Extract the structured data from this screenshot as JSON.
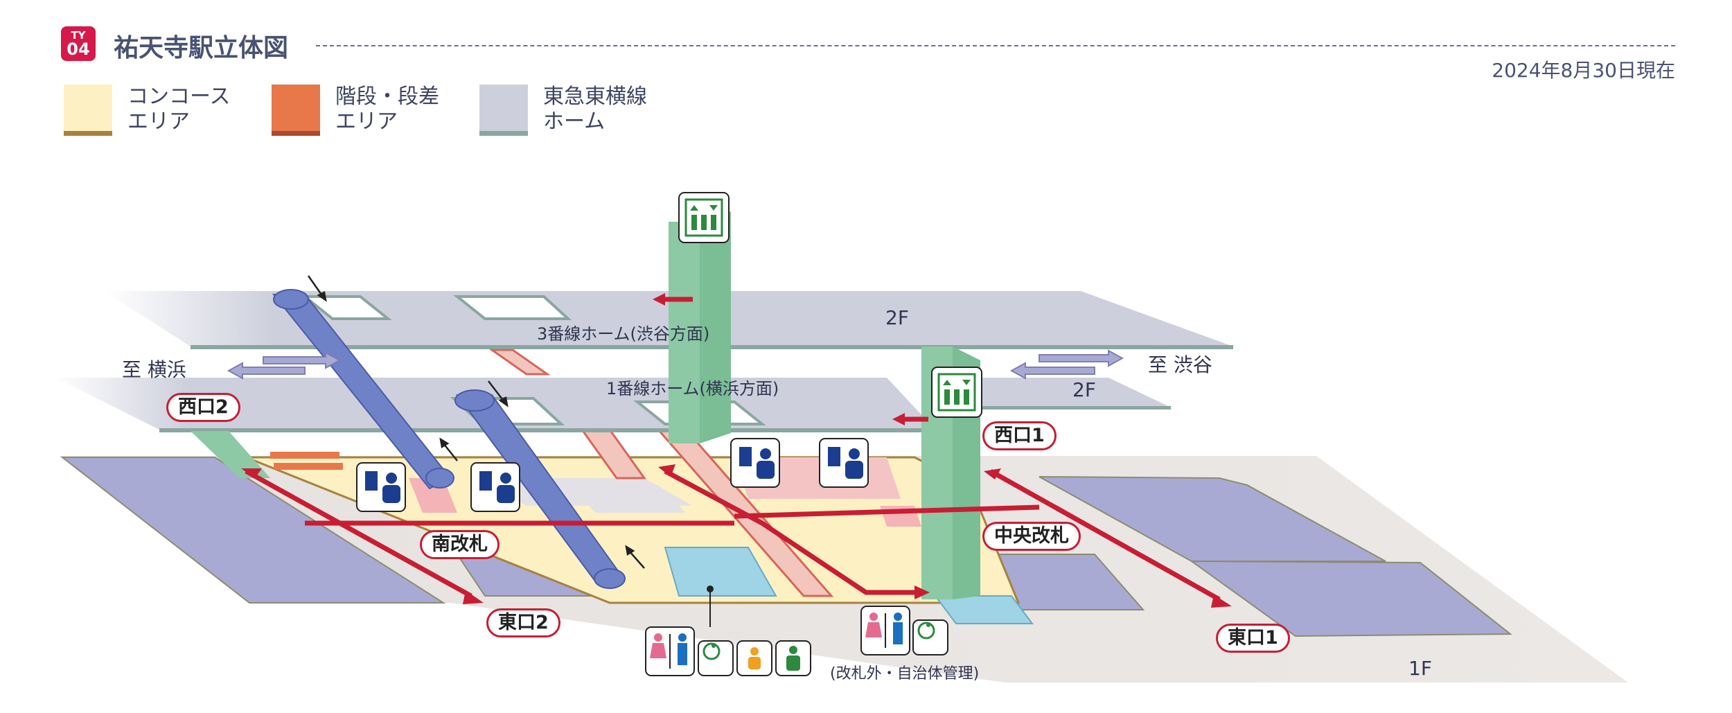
{
  "header": {
    "line_code": "TY",
    "station_number": "04",
    "title": "祐天寺駅立体図",
    "date": "2024年8月30日現在"
  },
  "legend": [
    {
      "line1": "コンコース",
      "line2": "エリア",
      "color": "#fdf1c3",
      "edge": "#a6823f"
    },
    {
      "line1": "階段・段差",
      "line2": "エリア",
      "color": "#e8784a",
      "edge": "#a84b2e"
    },
    {
      "line1": "東急東横線",
      "line2": "ホーム",
      "color": "#cdcfdc",
      "edge": "#8aa6a0"
    }
  ],
  "map": {
    "upper_platform": "3番線ホーム(渋谷方面)",
    "lower_platform": "1番線ホーム(横浜方面)",
    "floor_2f": "2F",
    "floor_2f_b": "2F",
    "floor_1f": "1F",
    "direction_yokohama": "至 横浜",
    "direction_shibuya": "至 渋谷",
    "exits": {
      "west2": "西口2",
      "west1": "西口1",
      "south_gate": "南改札",
      "central_gate": "中央改札",
      "east2": "東口2",
      "east1": "東口1"
    },
    "toilet_note": "(改札外・自治体管理)"
  },
  "colors": {
    "accent": "#d6194a",
    "exit_red": "#c81d33",
    "concourse": "#fdf1c3",
    "stairs": "#e8784a",
    "platform": "#cdcfdc",
    "elevator": "#8cc9a4",
    "escalator": "#6f82c8",
    "ground": "#e6e2df",
    "building": "#a9aad3",
    "icon_blue": "#1b3d8f",
    "icon_green": "#2b8a3e"
  }
}
